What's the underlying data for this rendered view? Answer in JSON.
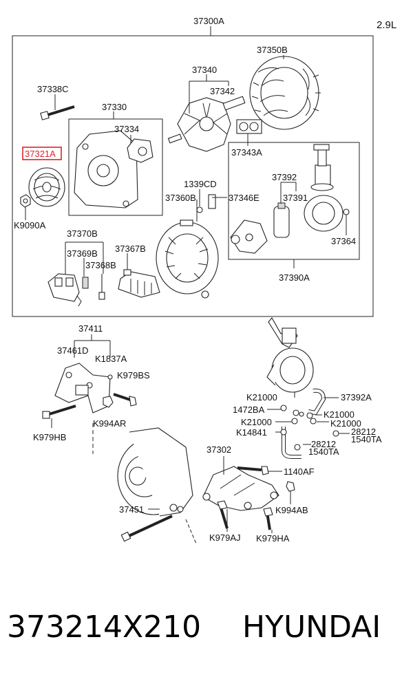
{
  "engine": "2.9L",
  "footer": {
    "part_number": "373214X210",
    "brand": "HYUNDAI"
  },
  "highlighted_part": "37321A",
  "labels": {
    "l37300A": "37300A",
    "l37350B": "37350B",
    "l37340": "37340",
    "l37342": "37342",
    "l37338C": "37338C",
    "l37330": "37330",
    "l37334": "37334",
    "l37343A": "37343A",
    "l37321A": "37321A",
    "lK9090A": "K9090A",
    "l1339CD": "1339CD",
    "l37346E": "37346E",
    "l37360B": "37360B",
    "l37392": "37392",
    "l37391": "37391",
    "l37364": "37364",
    "l37390A": "37390A",
    "l37370B": "37370B",
    "l37369B": "37369B",
    "l37368B": "37368B",
    "l37367B": "37367B",
    "l37411": "37411",
    "l37461D": "37461D",
    "lK1837A": "K1837A",
    "lK979BS": "K979BS",
    "lK994AR": "K994AR",
    "lK979HB": "K979HB",
    "l37451": "37451",
    "l37302": "37302",
    "l1140AF": "1140AF",
    "lK994AB": "K994AB",
    "lK979AJ": "K979AJ",
    "lK979HA": "K979HA",
    "lK21000a": "K21000",
    "l37392A": "37392A",
    "l1472BA": "1472BA",
    "lK21000b": "K21000",
    "lK21000c": "K21000",
    "lK21000d": "K21000",
    "lK14841": "K14841",
    "l28212a": "28212",
    "l1540TAa": "1540TA",
    "l28212b": "28212",
    "l1540TAb": "1540TA"
  }
}
